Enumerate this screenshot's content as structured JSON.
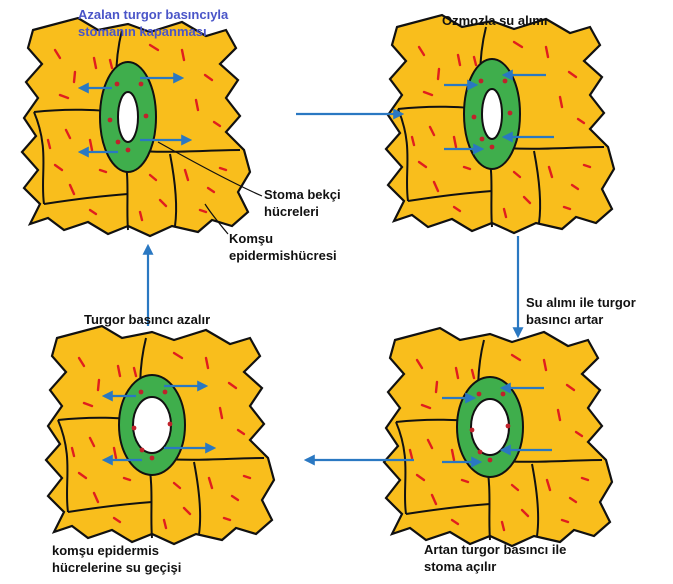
{
  "colors": {
    "epidermis": "#f9be1c",
    "guard_cell": "#3fae4c",
    "pore": "#ffffff",
    "water_arrow": "#2a78c2",
    "chloroplast": "#e01e1e",
    "title_accent": "#4a55c8"
  },
  "panels": [
    {
      "id": "top-left",
      "caption": "Azalan turgor basıncıyla\nstomanın kapanması",
      "stoma_state": "closed",
      "water_flow": "outward"
    },
    {
      "id": "top-right",
      "caption": "Ozmozla su alımı",
      "stoma_state": "closed",
      "water_flow": "inward"
    },
    {
      "id": "bottom-right",
      "caption": "Artan turgor basıncı ile\nstoma açılır",
      "stoma_state": "open",
      "water_flow": "inward"
    },
    {
      "id": "bottom-left",
      "caption": "Turgor basıncı azalır",
      "caption_extra": "komşu epidermis\nhücrelerine su geçişi",
      "stoma_state": "open",
      "water_flow": "outward"
    }
  ],
  "annotations": {
    "guard_cells": "Stoma bekçi\nhücreleri",
    "neighbor_cell": "Komşu\nepidermishücresi"
  },
  "cycle": {
    "step_to_right_top": "",
    "step_down_label": "Su alımı ile turgor\nbasıncı artar",
    "step_to_left_bottom": "",
    "step_up_label": ""
  }
}
